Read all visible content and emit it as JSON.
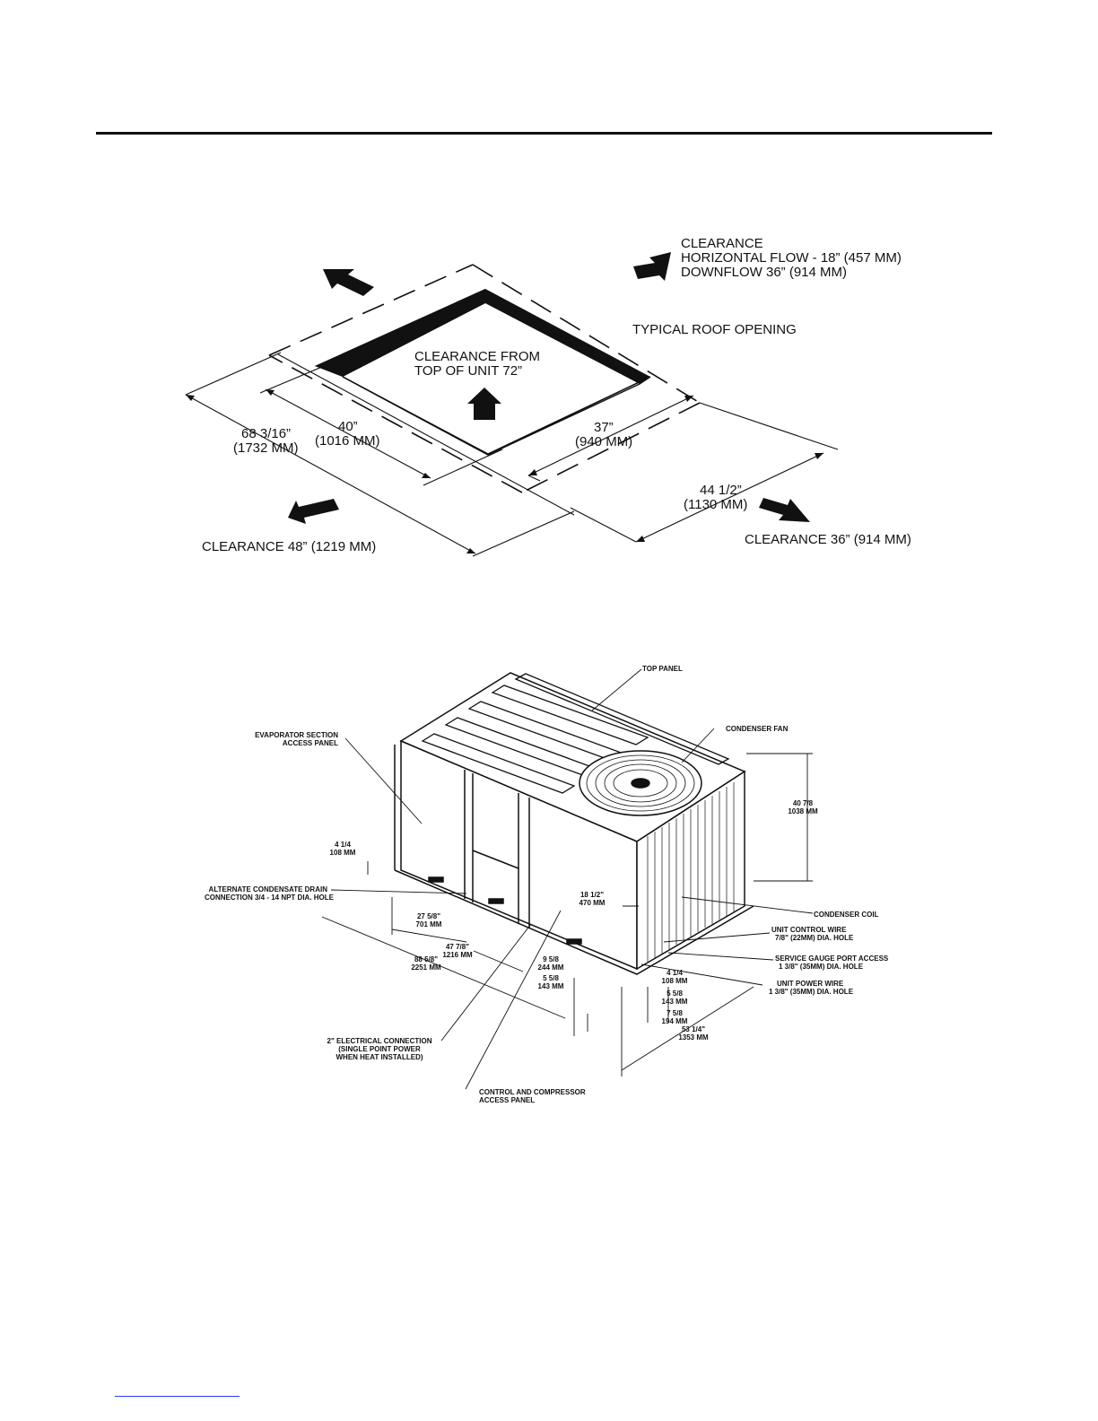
{
  "clearance_diagram": {
    "clearance_top_right": [
      "CLEARANCE",
      "HORIZONTAL FLOW - 18” (457 MM)",
      "DOWNFLOW 36” (914 MM)"
    ],
    "typical_roof_opening": "TYPICAL ROOF OPENING",
    "clearance_from_top": [
      "CLEARANCE FROM",
      "TOP OF UNIT 72”"
    ],
    "dim_68": [
      "68 3/16”",
      "(1732 MM)"
    ],
    "dim_40": [
      "40”",
      "(1016 MM)"
    ],
    "dim_37": [
      "37”",
      "(940 MM)"
    ],
    "dim_44": [
      "44 1/2”",
      "(1130 MM)"
    ],
    "clearance_left": "CLEARANCE 48” (1219 MM)",
    "clearance_right": "CLEARANCE 36” (914 MM)"
  },
  "unit_diagram": {
    "top_panel": "TOP PANEL",
    "condenser_fan": "CONDENSER FAN",
    "evaporator": [
      "EVAPORATOR SECTION",
      "ACCESS PANEL"
    ],
    "height": [
      "40 7/8",
      "1038 MM"
    ],
    "dim_4_14_left": [
      "4 1/4",
      "108 MM"
    ],
    "alt_drain": [
      "ALTERNATE CONDENSATE DRAIN",
      "CONNECTION  3/4 - 14 NPT DIA. HOLE"
    ],
    "dim_18": [
      "18 1/2\"",
      "470 MM"
    ],
    "condenser_coil": "CONDENSER COIL",
    "unit_control_wire": [
      "UNIT CONTROL WIRE",
      "7/8\" (22MM) DIA. HOLE"
    ],
    "service_gauge": [
      "SERVICE GAUGE PORT ACCESS",
      "1 3/8\" (35MM) DIA. HOLE"
    ],
    "unit_power_wire": [
      "UNIT POWER WIRE",
      "1 3/8\" (35MM) DIA. HOLE"
    ],
    "dim_27": [
      "27 5/8\"",
      "701 MM"
    ],
    "dim_47": [
      "47 7/8\"",
      "1216 MM"
    ],
    "dim_88": [
      "88 5/8\"",
      "2251 MM"
    ],
    "dim_9": [
      "9 5/8",
      "244 MM"
    ],
    "dim_5_a": [
      "5 5/8",
      "143 MM"
    ],
    "dim_4_14_right": [
      "4 1/4",
      "108 MM"
    ],
    "dim_5_b": [
      "5 5/8",
      "143 MM"
    ],
    "dim_7": [
      "7 5/8",
      "194 MM"
    ],
    "dim_53": [
      "53 1/4\"",
      "1353 MM"
    ],
    "electrical": [
      "2\" ELECTRICAL CONNECTION",
      "(SINGLE POINT POWER",
      "WHEN HEAT INSTALLED)"
    ],
    "control_panel": [
      "CONTROL AND COMPRESSOR",
      "ACCESS PANEL"
    ]
  }
}
